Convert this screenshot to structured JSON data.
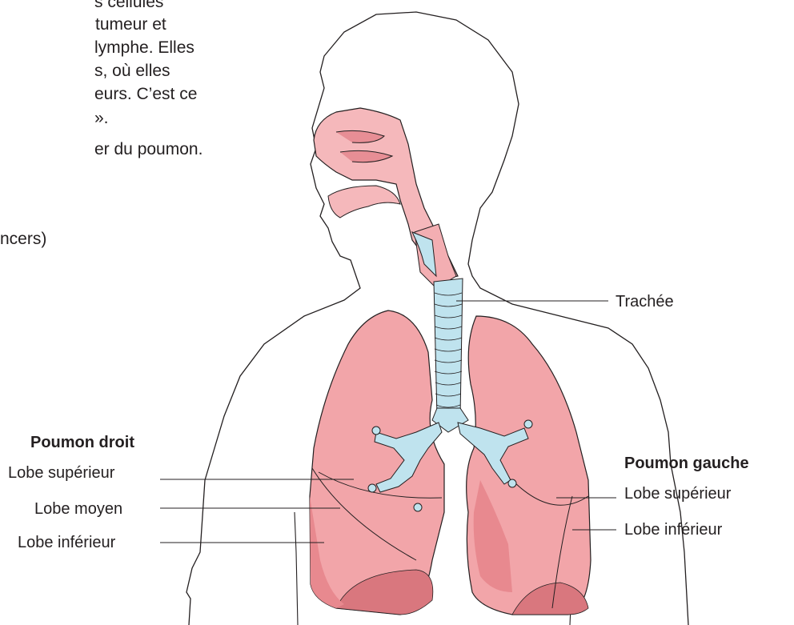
{
  "background_text": {
    "line1": "s cellules",
    "line2": "tumeur et",
    "line3": " lymphe. Elles",
    "line4": "s, où elles",
    "line5": "eurs. C’est ce",
    "line6": "».",
    "line7": "er du poumon.",
    "line8": "ncers)"
  },
  "labels": {
    "trachee": "Trachée",
    "right_lung_title": "Poumon droit",
    "right_upper": "Lobe supérieur",
    "right_middle": "Lobe moyen",
    "right_lower": "Lobe inférieur",
    "left_lung_title": "Poumon gauche",
    "left_upper": "Lobe supérieur",
    "left_lower": "Lobe inférieur"
  },
  "colors": {
    "lung": "#f2a5a9",
    "lung_dark": "#d9777e",
    "airway": "#f5b8bb",
    "trachea": "#bfe3ee",
    "outline": "#231f20"
  }
}
